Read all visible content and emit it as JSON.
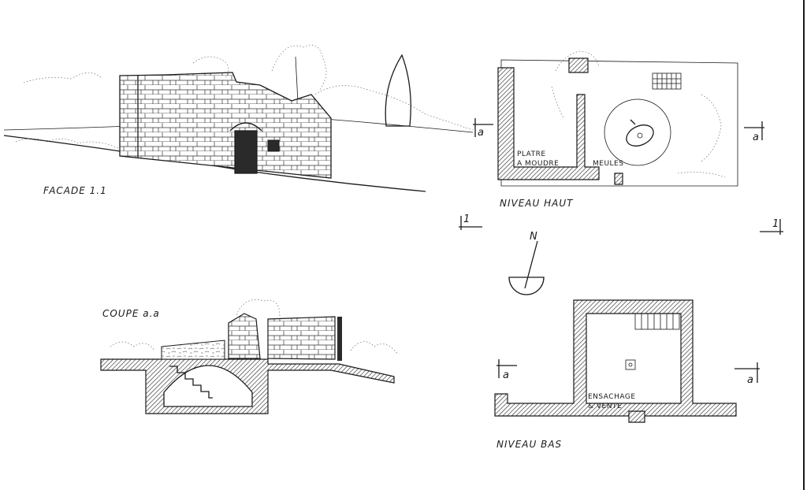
{
  "facade": {
    "title": "FACADE 1.1"
  },
  "coupe": {
    "title": "COUPE a.a"
  },
  "niveau_haut": {
    "title": "NIVEAU HAUT",
    "room_left_line1": "PLATRE",
    "room_left_line2": "A MOUDRE",
    "room_right": "MEULES"
  },
  "niveau_bas": {
    "title": "NIVEAU BAS",
    "room_line1": "ENSACHAGE",
    "room_line2": "& VENTE"
  },
  "north": {
    "label": "N"
  },
  "section_marks": {
    "a_left_top": "a",
    "a_right_top": "a",
    "one_left": "1",
    "one_right": "1",
    "a_left_bottom": "a",
    "a_right_bottom": "a"
  }
}
